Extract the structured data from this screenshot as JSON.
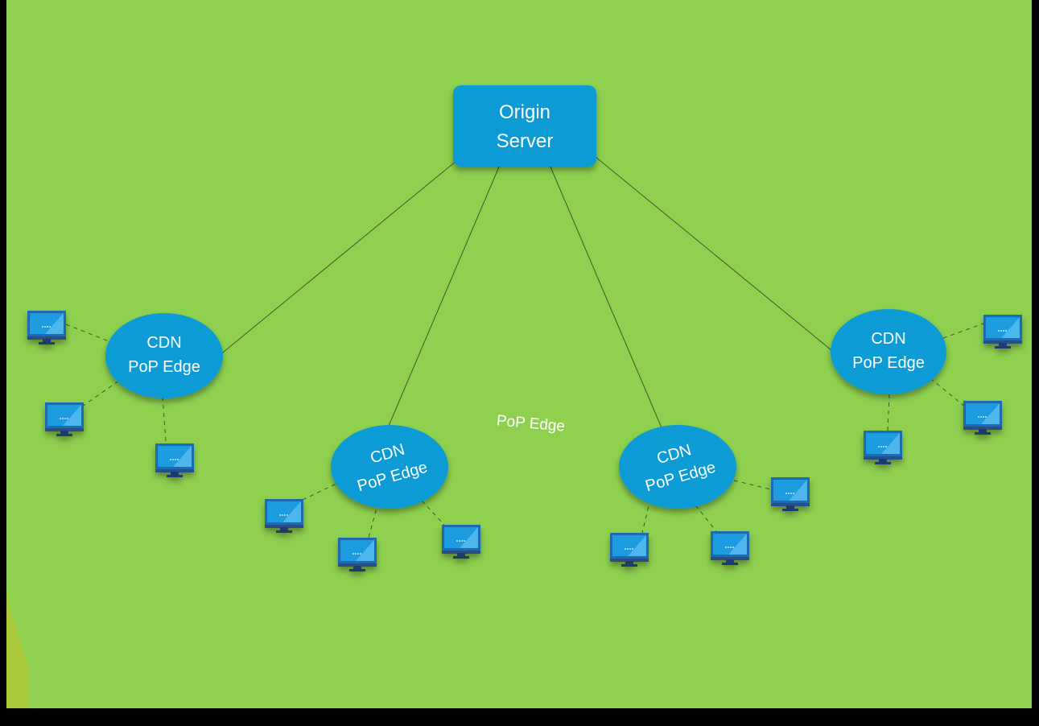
{
  "diagram": {
    "origin": {
      "line1": "Origin",
      "line2": "Server"
    },
    "edges": [
      {
        "line1": "CDN",
        "line2": "PoP Edge"
      },
      {
        "line1": "CDN",
        "line2": "PoP Edge"
      },
      {
        "line1": "CDN",
        "line2": "PoP Edge"
      },
      {
        "line1": "CDN",
        "line2": "PoP Edge"
      }
    ],
    "floating_label": "PoP Edge",
    "colors": {
      "background": "#8fd14f",
      "node_fill": "#0a9bd6",
      "frame": "#000000",
      "accent_wedge": "#a8c83a",
      "line": "#3a5a26",
      "text": "#ffffff",
      "monitor_body": "#1b6bb0",
      "monitor_screen": "#1a9be0",
      "monitor_stand": "#1d3a6e"
    },
    "icons": {
      "client": "desktop-monitor-icon"
    }
  }
}
